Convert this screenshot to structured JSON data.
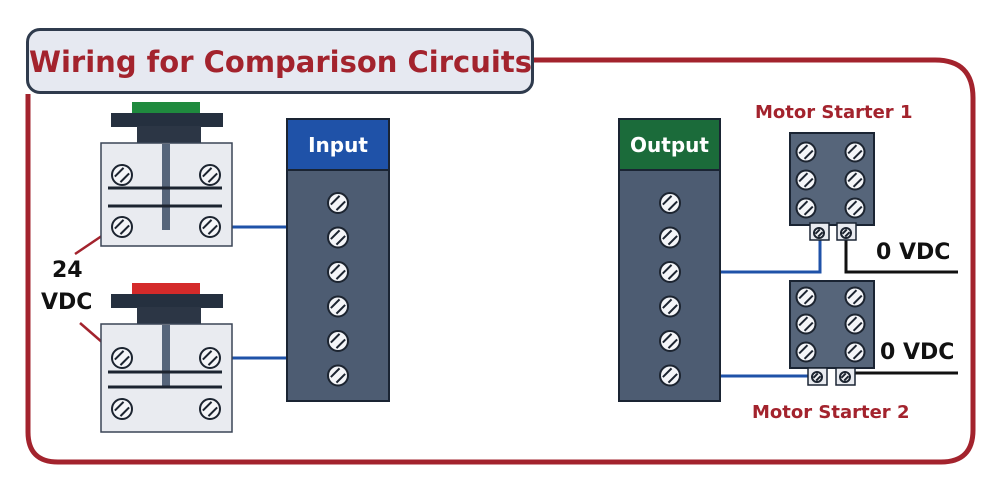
{
  "title": "Wiring for Comparison Circuits",
  "input_module": {
    "label": "Input",
    "header_color": "#1f52a8",
    "terminal_count": 6
  },
  "output_module": {
    "label": "Output",
    "header_color": "#1b6b3a",
    "terminal_count": 6
  },
  "switches": [
    {
      "cap_color": "#1f8a3e"
    },
    {
      "cap_color": "#d42a2a"
    }
  ],
  "supply_label_line1": "24",
  "supply_label_line2": "VDC",
  "motor_starters": [
    {
      "label": "Motor Starter 1",
      "ground_label": "0 VDC"
    },
    {
      "label": "Motor Starter 2",
      "ground_label": "0 VDC"
    }
  ],
  "colors": {
    "frame": "#a3232d",
    "wire": "#1f52a8",
    "module_body": "#4d5c72",
    "terminal_block": "#56657a",
    "switch_body": "#e9ebf0"
  }
}
